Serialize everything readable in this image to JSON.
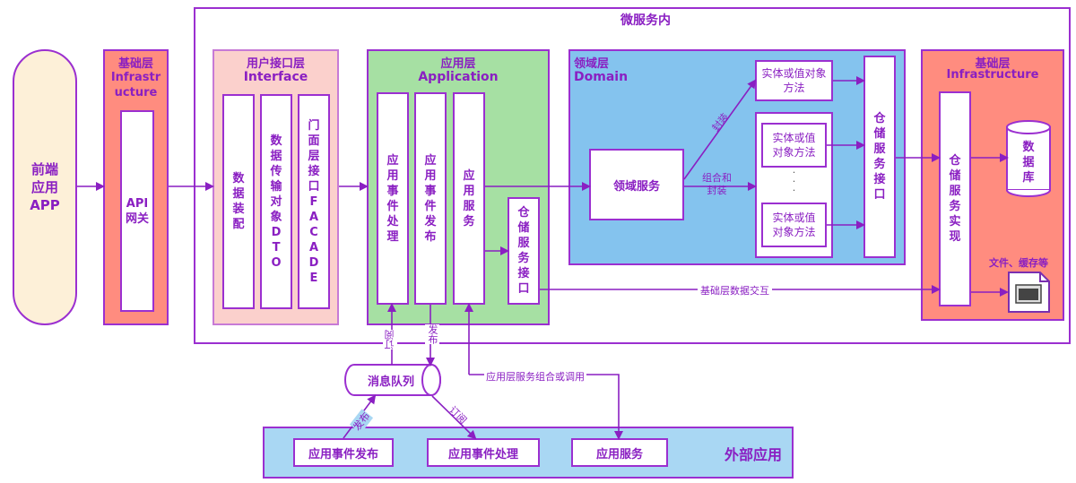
{
  "microservice_label": "微服务内",
  "frontend": {
    "label": "前端\n应用\nAPP"
  },
  "infra_left": {
    "title1": "基础层",
    "title2": "Infrastructure"
  },
  "api_gateway": {
    "label": "API\n网关"
  },
  "interface_layer": {
    "title1": "用户接口层",
    "title2": "Interface",
    "columns": [
      "数据装配",
      "数据传输对象DTO",
      "门面层接口FACADE"
    ]
  },
  "application_layer": {
    "title1": "应用层",
    "title2": "Application",
    "columns": [
      "应用事件处理",
      "应用事件发布",
      "应用服务"
    ],
    "repo_interface": "仓储服务接口"
  },
  "domain_layer": {
    "title1": "领域层",
    "title2": "Domain",
    "domain_service": "领域服务",
    "entity_top": "实体或值对象方法",
    "entity_mid": "实体或值对象方法",
    "entity_bottom": "实体或值对象方法",
    "ellipsis": "·\n·\n·",
    "repo_interface": "仓储服务接口",
    "edge_encapsulate": "封装",
    "edge_combine": "组合和\n封装"
  },
  "infra_right": {
    "title1": "基础层",
    "title2": "Infrastructure",
    "repo_impl": "仓储服务实现",
    "database": "数据库",
    "files_label": "文件、缓存等"
  },
  "edges": {
    "infra_interaction": "基础层数据交互",
    "subscribe_up": "订阅",
    "publish_down": "发布",
    "app_service_call": "应用层服务组合或调用",
    "external_publish": "发布",
    "external_subscribe": "订阅"
  },
  "message_queue": {
    "label": "消息队列"
  },
  "external": {
    "title": "外部应用",
    "event_publish": "应用事件发布",
    "event_handle": "应用事件处理",
    "app_service": "应用服务"
  }
}
